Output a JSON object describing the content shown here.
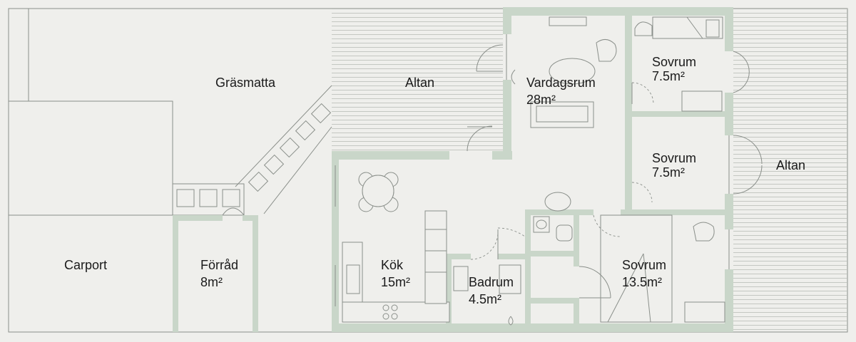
{
  "colors": {
    "background": "#efefec",
    "wall": "#c9d6c9",
    "line": "#8a8f8a",
    "deck_line": "#b9bdb8",
    "text": "#1a1a1a"
  },
  "rooms": {
    "grasmatta": {
      "name": "Gräsmatta"
    },
    "altan_top": {
      "name": "Altan"
    },
    "vardagsrum": {
      "name": "Vardagsrum",
      "area": "28m²"
    },
    "sovrum_1": {
      "name": "Sovrum",
      "area": "7.5m²"
    },
    "sovrum_2": {
      "name": "Sovrum",
      "area": "7.5m²"
    },
    "altan_right": {
      "name": "Altan"
    },
    "carport": {
      "name": "Carport"
    },
    "forrad": {
      "name": "Förråd",
      "area": "8m²"
    },
    "kok": {
      "name": "Kök",
      "area": "15m²"
    },
    "badrum": {
      "name": "Badrum",
      "area": "4.5m²"
    },
    "sovrum_3": {
      "name": "Sovrum",
      "area": "13.5m²"
    }
  }
}
